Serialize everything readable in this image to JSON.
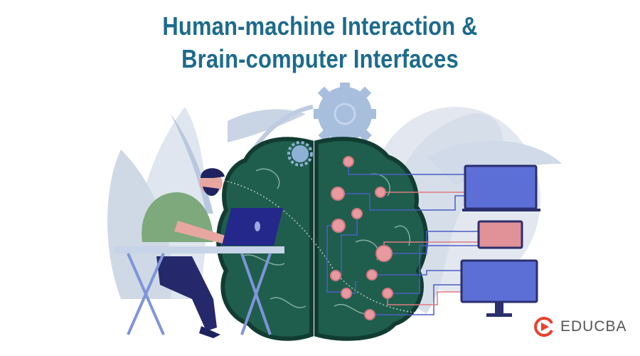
{
  "title": {
    "line1": "Human-machine Interaction &",
    "line2": "Brain-computer Interfaces"
  },
  "logo": {
    "text": "EDUCBA"
  },
  "colors": {
    "title": "#1d6b8c",
    "brain": "#1f5e4c",
    "brain_outline": "#123c32",
    "node": "#e99aa0",
    "wire_blue": "#4b5fc4",
    "wire_red": "#e07a80",
    "monitor": "#5c6fd6",
    "background_leaf": "#d7e0ec",
    "logo_red": "#e8412c"
  }
}
